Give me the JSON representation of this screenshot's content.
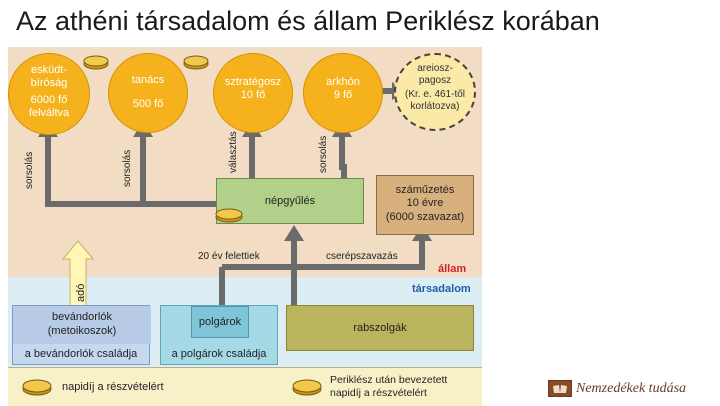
{
  "title": "Az athéni társadalom és állam Periklész korában",
  "bodies": {
    "eskudt": [
      "esküdt-",
      "bíróság",
      "6000 fő",
      "felváltva"
    ],
    "tanacs": [
      "tanács",
      "500 fő"
    ],
    "sztrategosz": [
      "sztratégosz",
      "10 fő"
    ],
    "arkhon": [
      "arkhón",
      "9 fő"
    ],
    "areiosz": [
      "areiosz-",
      "pagosz",
      "(Kr. e. 461-től",
      "korlátozva)"
    ]
  },
  "arrow_labels": {
    "sorsolas_1": "sorsolás",
    "sorsolas_2": "sorsolás",
    "valasztas": "választás",
    "sorsolas_3": "sorsolás",
    "ado": "adó"
  },
  "nepgyules": "népgyűlés",
  "szamuzetes": [
    "száműzetés",
    "10 évre",
    "(6000 szavazat)"
  ],
  "flow_labels": {
    "over_20": "20 év felettiek",
    "cserep": "cserépszavazás"
  },
  "section_labels": {
    "allam": "állam",
    "tarsadalom": "társadalom"
  },
  "society": {
    "bevandorlok": [
      "bevándorlók",
      "(metoikoszok)"
    ],
    "bevandorlok_family": "a bevándorlók családja",
    "polgarok": "polgárok",
    "polgarok_family": "a polgárok családja",
    "rabszolgak": "rabszolgák"
  },
  "legend": {
    "item1": "napidíj a részvételért",
    "item2": [
      "Periklész után bevezetett",
      "napidíj a részvételért"
    ]
  },
  "publisher": "Nemzedékek tudása",
  "colors": {
    "state_bg": "#f2dcc3",
    "society_bg": "#dcedf3",
    "circle": "#f5b21c",
    "assembly": "#b3d08a",
    "exile": "#d8b07e",
    "slaves": "#bab55c",
    "allam_label": "#d0232a",
    "tarsadalom_label": "#1f5fa5",
    "arrow": "#6b6b6b"
  }
}
